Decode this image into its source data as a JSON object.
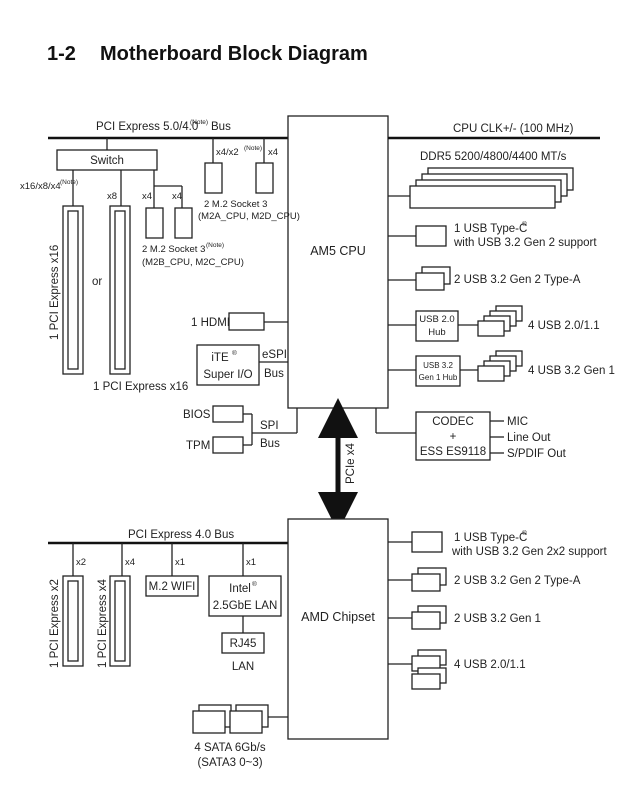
{
  "heading": {
    "number": "1-2",
    "title": "Motherboard Block Diagram"
  },
  "note": "(Note)",
  "cpu": {
    "label": "AM5 CPU",
    "top_bus": "PCI Express 5.0/4.0",
    "top_bus_suffix": "Bus",
    "switch": "Switch",
    "slot_x16_mode": "x16/x8/x4",
    "x8": "x8",
    "x4a": "x4",
    "x4b": "x4",
    "x4x2": "x4/x2",
    "x4c": "x4",
    "slot_x16": "1 PCI Express x16",
    "or": "or",
    "slot_x16_caption": "1 PCI Express x16",
    "m2_socket_a_line1": "2 M.2 Socket 3",
    "m2_socket_a_line2": "(M2A_CPU, M2D_CPU)",
    "m2_socket_b_line1": "2 M.2 Socket 3",
    "m2_socket_b_line2": "(M2B_CPU, M2C_CPU)",
    "clk": "CPU CLK+/- (100 MHz)",
    "ddr": "DDR5 5200/4800/4400 MT/s",
    "typec_line1": "1 USB Type-C",
    "typec_line2": "with USB 3.2 Gen 2 support",
    "gen2a": "2 USB 3.2 Gen 2 Type-A",
    "usb20_hub_line1": "USB 2.0",
    "usb20_hub_line2": "Hub",
    "usb20": "4 USB 2.0/1.1",
    "usb32_hub_line1": "USB 3.2",
    "usb32_hub_line2": "Gen 1 Hub",
    "usb32g1": "4 USB 3.2 Gen 1",
    "hdmi": "1 HDMI",
    "ite_line1": "iTE",
    "ite_line2": "Super I/O",
    "espi": "eSPI",
    "espi_bus": "Bus",
    "bios": "BIOS",
    "tpm": "TPM",
    "spi": "SPI",
    "spi_bus": "Bus",
    "codec_line1": "CODEC",
    "codec_line2": "+",
    "codec_line3": "ESS ES9118",
    "mic": "MIC",
    "line_out": "Line Out",
    "spdif": "S/PDIF Out"
  },
  "link": {
    "label": "PCIe x4"
  },
  "chipset": {
    "label": "AMD Chipset",
    "bus": "PCI Express 4.0 Bus",
    "x2": "x2",
    "x4": "x4",
    "x1a": "x1",
    "x1b": "x1",
    "slot_x2": "1 PCI Express x2",
    "slot_x4": "1 PCI Express x4",
    "wifi": "M.2 WIFI",
    "lan_line1": "Intel",
    "lan_line2": "2.5GbE LAN",
    "rj45": "RJ45",
    "lan": "LAN",
    "sata_line1": "4 SATA 6Gb/s",
    "sata_line2": "(SATA3 0~3)",
    "typec_line1": "1 USB Type-C",
    "typec_line2": "with USB 3.2 Gen 2x2 support",
    "gen2a": "2 USB 3.2 Gen 2 Type-A",
    "gen1": "2 USB 3.2 Gen 1",
    "usb20": "4 USB 2.0/1.1"
  },
  "symbols": {
    "registered": "®"
  }
}
